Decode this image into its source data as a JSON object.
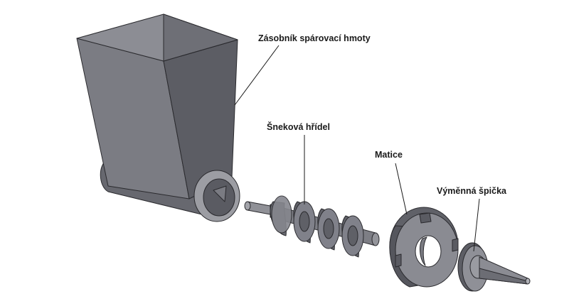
{
  "labels": {
    "hopper": "Zásobník spárovací hmoty",
    "screw": "Šneková hřídel",
    "nut": "Matice",
    "tip": "Výměnná špička"
  },
  "colors": {
    "dark": "#57585f",
    "mid": "#76777e",
    "light": "#8f9097",
    "lighter": "#a6a7ad",
    "edge": "#2a2a2e"
  }
}
